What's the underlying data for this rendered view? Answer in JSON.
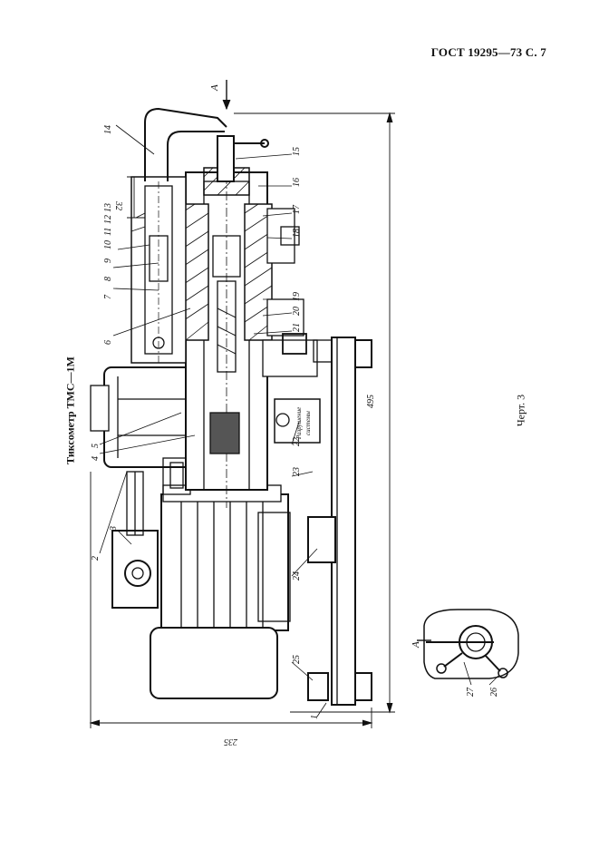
{
  "header": {
    "page_ref": "ГОСТ 19295—73 С. 7"
  },
  "title": "Тиксометр ТМС—1М",
  "caption": "Черт. 3",
  "dimensions": {
    "overall_length": "495",
    "overall_height": "235",
    "stroke": "32"
  },
  "view_label": "А",
  "callouts": [
    "1",
    "2",
    "3",
    "4",
    "5",
    "6",
    "7",
    "8",
    "9",
    "10",
    "11",
    "12",
    "13",
    "14",
    "15",
    "16",
    "17",
    "18",
    "19",
    "20",
    "21",
    "22",
    "23",
    "24",
    "25",
    "26",
    "27"
  ],
  "plate": {
    "line1": "Разрушение",
    "line2": "системы"
  }
}
